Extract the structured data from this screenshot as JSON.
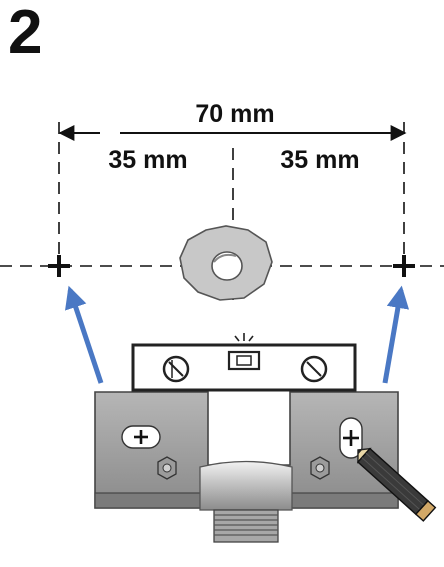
{
  "step": {
    "number": "2"
  },
  "dimensions": {
    "total": "70 mm",
    "left_half": "35 mm",
    "right_half": "35 mm"
  },
  "colors": {
    "arrow": "#4a78c4",
    "bracket": "#9a9a9a",
    "bracket_dark": "#6f6f6f",
    "pipe": "#c8c8c8",
    "pencil_body": "#3a3a3a",
    "pencil_tip": "#e9d7a6"
  },
  "icons": {
    "mark": "crosshair-plus-icon",
    "pencil": "pencil-icon",
    "level": "spirit-level-icon"
  }
}
